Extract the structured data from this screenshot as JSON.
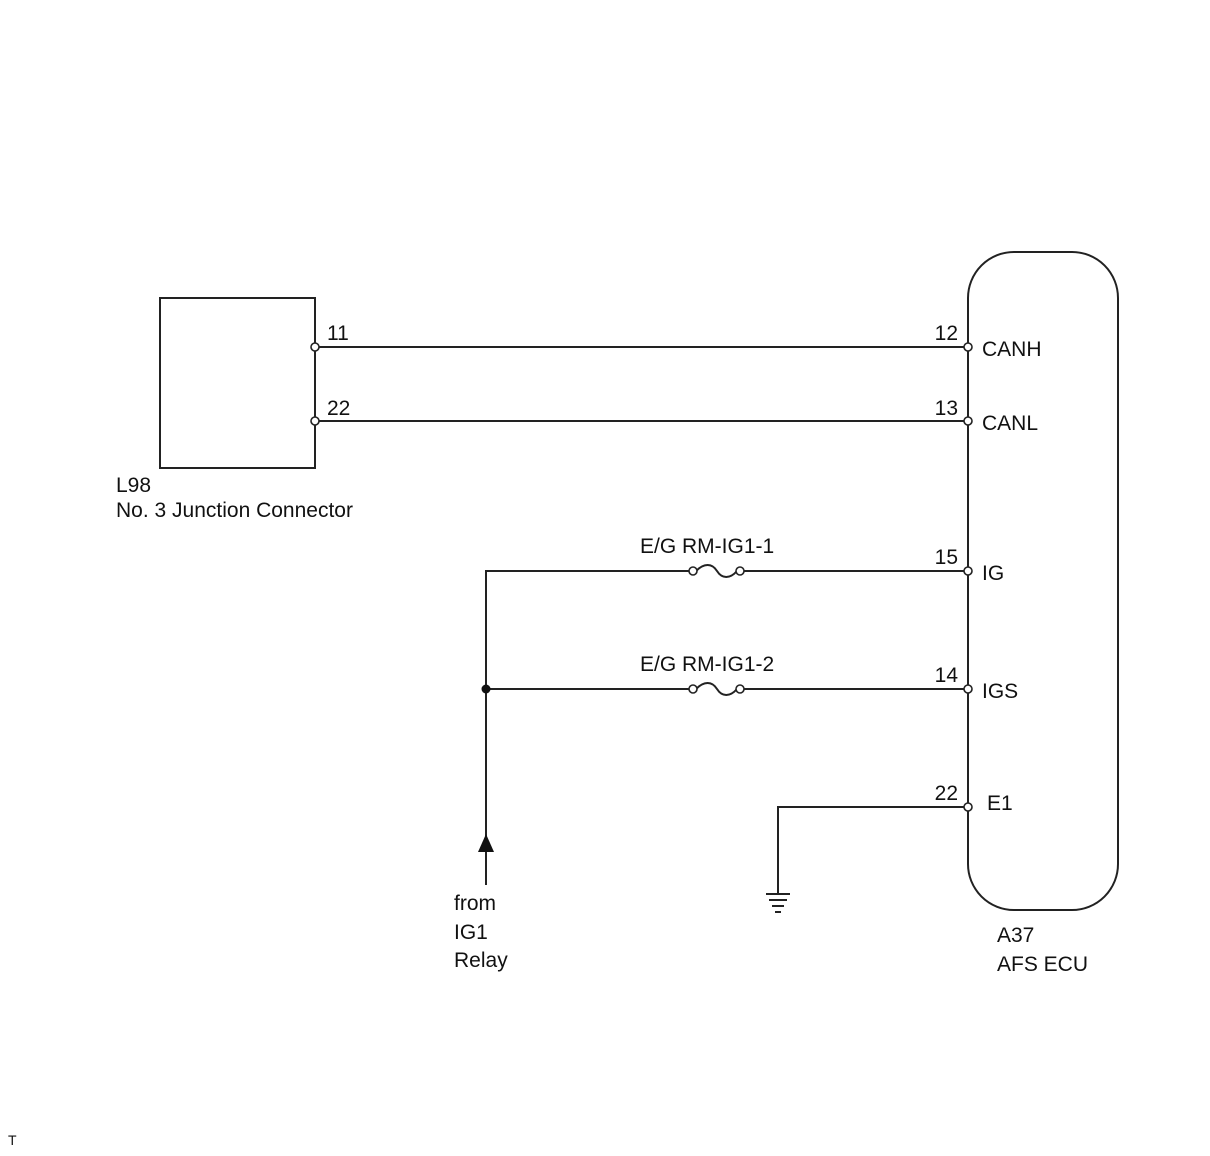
{
  "junction_connector": {
    "code": "L98",
    "name": "No. 3 Junction Connector",
    "pins": {
      "canh": "11",
      "canl": "22"
    }
  },
  "ecu": {
    "code": "A37",
    "name": "AFS ECU",
    "pins": [
      {
        "number": "12",
        "signal": "CANH"
      },
      {
        "number": "13",
        "signal": "CANL"
      },
      {
        "number": "15",
        "signal": "IG"
      },
      {
        "number": "14",
        "signal": "IGS"
      },
      {
        "number": "22",
        "signal": "E1"
      }
    ]
  },
  "fuses": [
    {
      "label": "E/G RM-IG1-1"
    },
    {
      "label": "E/G RM-IG1-2"
    }
  ],
  "source": {
    "lines": [
      "from",
      "IG1",
      "Relay"
    ]
  },
  "corner_mark": "T"
}
